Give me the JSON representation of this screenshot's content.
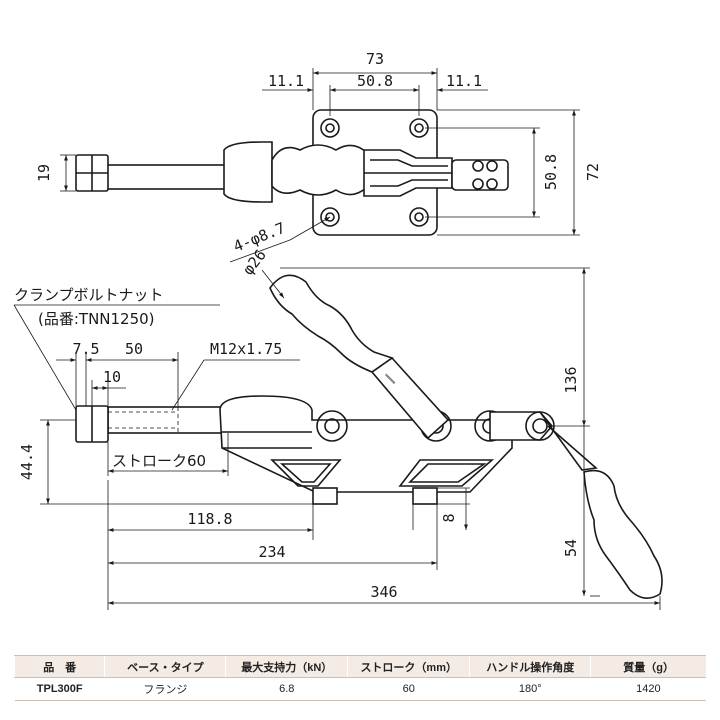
{
  "drawing": {
    "top_view": {
      "dim_total_width": "73",
      "dim_left_offset": "11.1",
      "dim_hole_pitch_x": "50.8",
      "dim_right_offset": "11.1",
      "dim_rod_width": "19",
      "dim_hole_pitch_y": "50.8",
      "dim_base_height": "72",
      "hole_callout": "4-φ8.7"
    },
    "side_view": {
      "handle_dia": "φ26",
      "bolt_nut_label": "クランプボルトナット",
      "bolt_nut_part": "(品番:TNN1250)",
      "dim_nut_length": "7.5",
      "dim_thread_length": "50",
      "dim_nut_width": "10",
      "thread_spec": "M12x1.75",
      "dim_height": "44.4",
      "stroke_label": "ストローク60",
      "dim_base_offset": "118.8",
      "dim_plate_thickness": "8",
      "dim_mid_length": "234",
      "dim_total_length": "346",
      "dim_handle_up": "136",
      "dim_handle_down": "54"
    }
  },
  "spec_table": {
    "headers": [
      "品　番",
      "ベース・タイプ",
      "最大支持力（kN）",
      "ストローク（mm）",
      "ハンドル操作角度",
      "質量（g）"
    ],
    "row": [
      "TPL300F",
      "フランジ",
      "6.8",
      "60",
      "180°",
      "1420"
    ]
  }
}
